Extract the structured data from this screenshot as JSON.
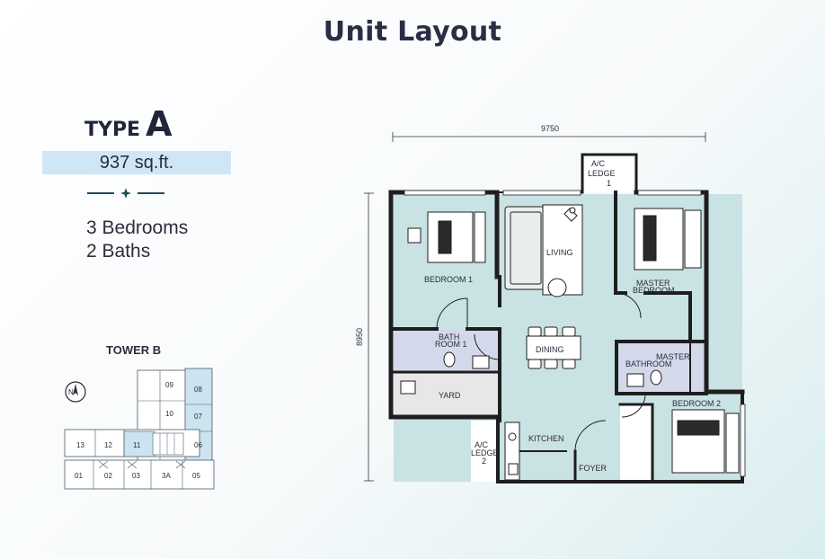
{
  "title": "Unit Layout",
  "unit": {
    "type_word": "TYPE",
    "type_letter": "A",
    "area": "937 sq.ft.",
    "bedrooms": "3 Bedrooms",
    "baths": "2 Baths"
  },
  "tower": {
    "label": "TOWER B",
    "compass": "N",
    "units": [
      "09",
      "08",
      "10",
      "07",
      "06",
      "13",
      "12",
      "11",
      "01",
      "02",
      "03",
      "3A",
      "05"
    ]
  },
  "plan": {
    "width_dim": "9750",
    "height_dim": "8950",
    "rooms": {
      "ac_ledge_1": [
        "A/C",
        "LEDGE",
        "1"
      ],
      "living": "LIVING",
      "bedroom1": "BEDROOM 1",
      "master_bedroom": [
        "MASTER",
        "BEDROOM"
      ],
      "bathroom1": [
        "BATH",
        "ROOM 1"
      ],
      "dining": "DINING",
      "master_bathroom": [
        "MASTER",
        "BATHROOM"
      ],
      "yard": "YARD",
      "bedroom2": "BEDROOM 2",
      "kitchen": "KITCHEN",
      "ac_ledge_2": [
        "A/C",
        "LEDGE",
        "2"
      ],
      "foyer": "FOYER"
    }
  },
  "colors": {
    "floor": "#c9e2e3",
    "wall": "#1e1e1e",
    "bath": "#d3d9ea",
    "yard": "#e7e7e7",
    "accent": "#1f4c59",
    "highlight": "#cfe6f7"
  }
}
